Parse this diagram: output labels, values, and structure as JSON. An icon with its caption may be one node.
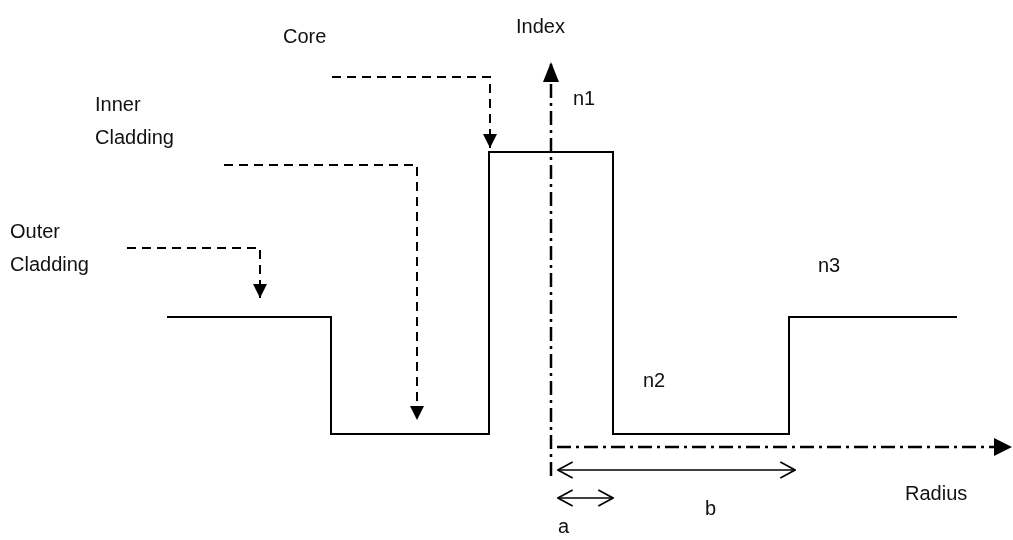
{
  "diagram": {
    "nodes": [
      {
        "text": [
          "Core"
        ]
      },
      {
        "text": [
          "Inner Cladding"
        ]
      },
      {
        "text": [
          "Outer Cladding"
        ]
      }
    ],
    "edges": [
      {
        "from": 0,
        "to": null,
        "arrow": "to",
        "style": "dashed"
      },
      {
        "from": 1,
        "to": null,
        "arrow": "to",
        "style": "dashed"
      },
      {
        "from": 2,
        "to": null,
        "arrow": "to",
        "style": "dashed"
      }
    ],
    "labels": [
      "Index",
      "n1",
      "n3",
      "n2",
      "Radius",
      "b",
      "a"
    ]
  }
}
